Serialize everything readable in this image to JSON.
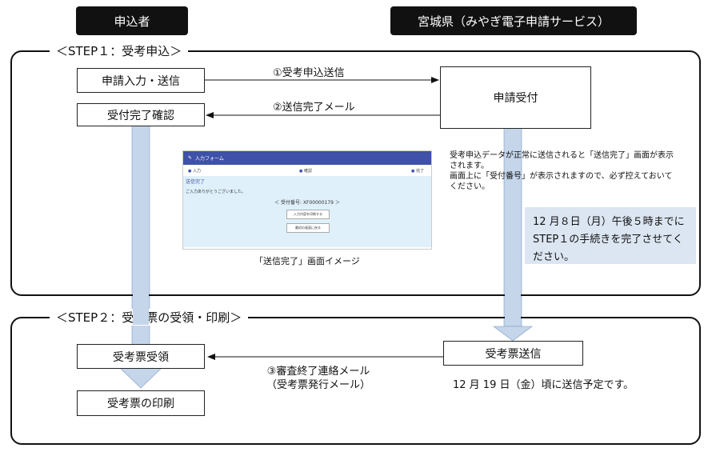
{
  "headers": {
    "applicant": "申込者",
    "prefecture": "宮城県（みやぎ電子申請サービス）"
  },
  "steps": {
    "step1": "＜STEP１：受考申込＞",
    "step2": "＜STEP２：受考票の受領・印刷＞"
  },
  "boxes": {
    "input_send": "申請入力・送信",
    "receipt_confirm": "受付完了確認",
    "app_receipt": "申請受付",
    "ticket_receive": "受考票受領",
    "ticket_print": "受考票の印刷",
    "ticket_send": "受考票送信"
  },
  "arrows": {
    "a1": "①受考申込送信",
    "a2": "②送信完了メール",
    "a3_line1": "③審査終了連絡メール",
    "a3_line2": "（受考票発行メール）"
  },
  "notes": {
    "receipt_desc_1": "受考申込データが正常に送信されると「送信完了」画面が表示",
    "receipt_desc_2": "されます。",
    "receipt_desc_3": "画面上に「受付番号」が表示されますので、必ず控えておいて",
    "receipt_desc_4": "ください。",
    "deadline_1": "12 月８日（月）午後５時までに",
    "deadline_2": "STEP１の手続きを完了させてく",
    "deadline_3": "ださい。",
    "send_schedule": "12 月 19 日（金）頃に送信予定です。"
  },
  "screenshot": {
    "form_title": "入力フォーム",
    "step_input": "入力",
    "step_confirm": "確認",
    "step_done": "完了",
    "section": "送信完了",
    "thanks": "ご入力ありがとうございました。",
    "receipt_no": "＜ 受付番号: XF00000179 ＞",
    "btn_print": "入力内容を印刷する",
    "btn_back": "最初の画面に戻る",
    "caption": "「送信完了」画面イメージ"
  },
  "colors": {
    "arrow_band": "#c5d5ea",
    "note_bg": "#dce6f2",
    "screenshot_header": "#3f51a8",
    "screenshot_body": "#dff0fb"
  }
}
